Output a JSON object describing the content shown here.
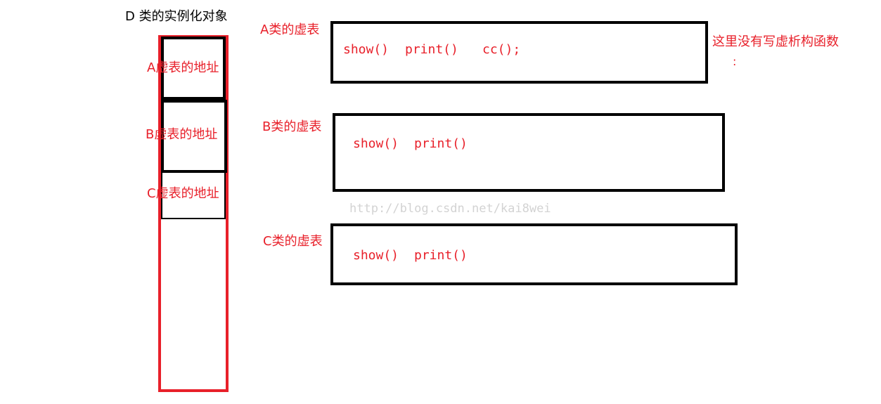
{
  "object": {
    "title": "D 类的实例化对象",
    "slots": [
      {
        "label": "A虚表的地址"
      },
      {
        "label": "B虚表的地址"
      },
      {
        "label": "C虚表的地址"
      }
    ]
  },
  "vtables": [
    {
      "title": "A类的虚表",
      "functions": [
        "show()",
        "print()",
        "cc();"
      ]
    },
    {
      "title": "B类的虚表",
      "functions": [
        "show()",
        "print()"
      ]
    },
    {
      "title": "C类的虚表",
      "functions": [
        "show()",
        "print()"
      ]
    }
  ],
  "note": {
    "text": "这里没有写虚析构函数",
    "tail": ":"
  },
  "watermark": "http://blog.csdn.net/kai8wei",
  "colors": {
    "accent_red": "#e8202a",
    "border_black": "#000000",
    "watermark_gray": "#d3d3d3"
  }
}
